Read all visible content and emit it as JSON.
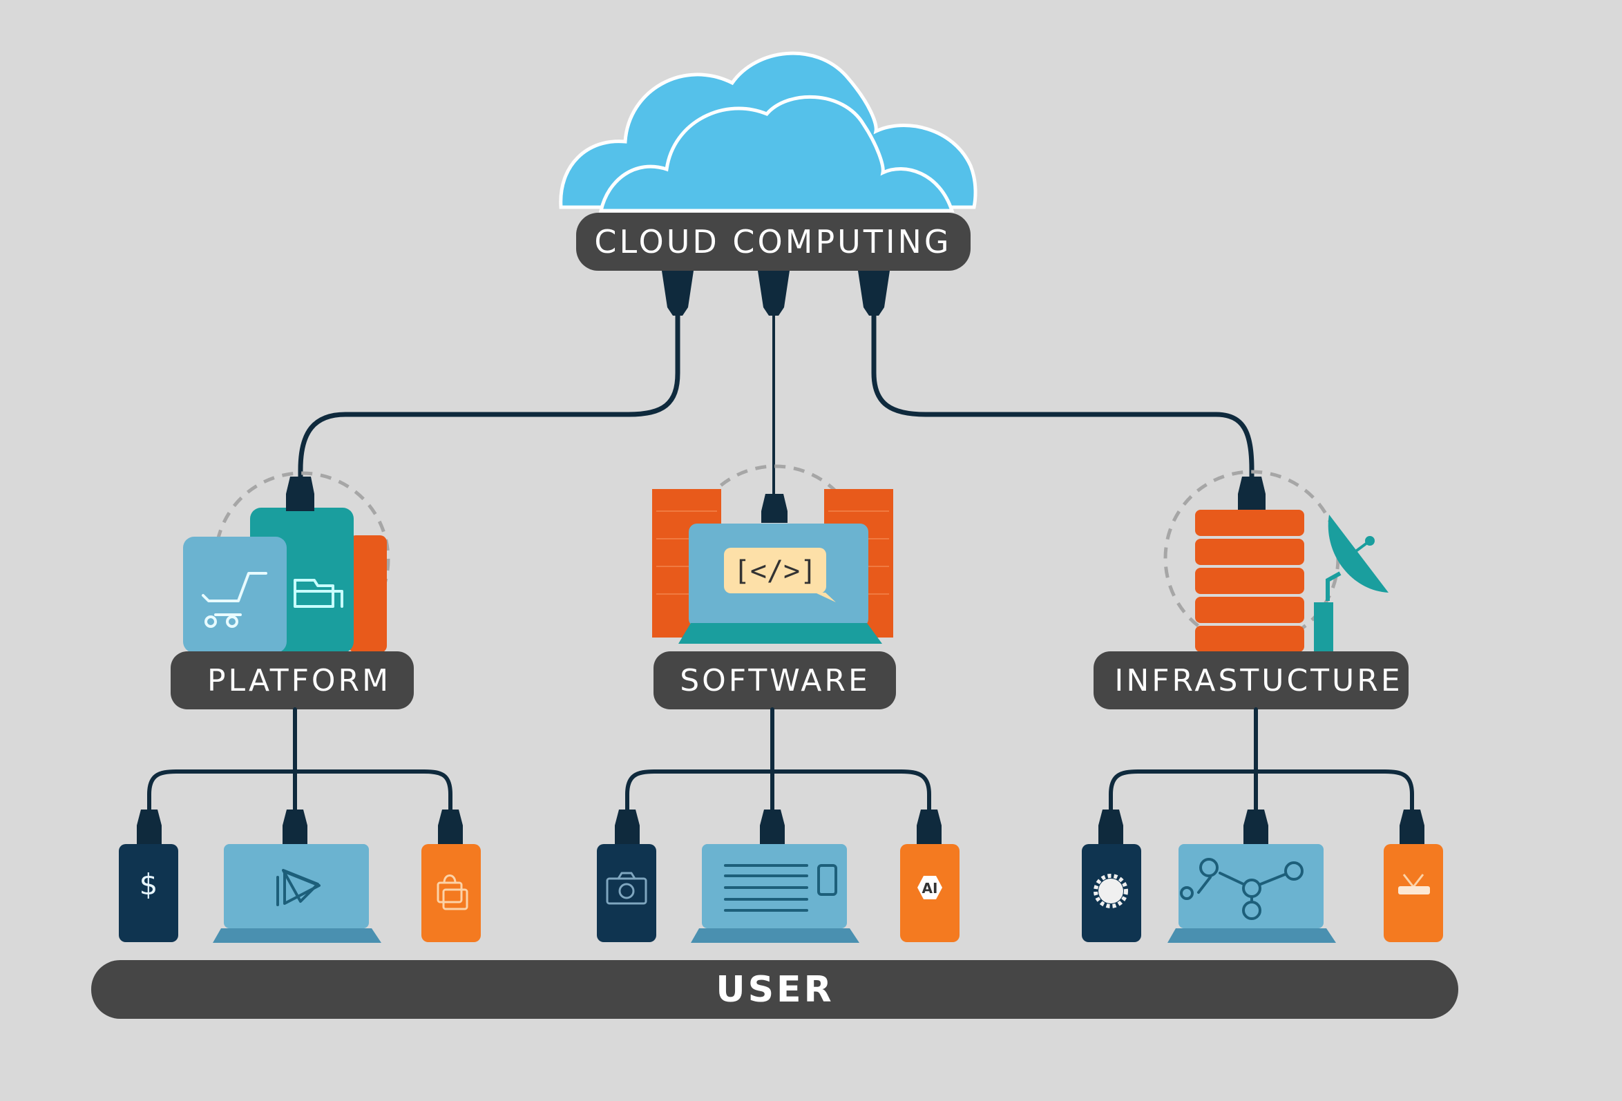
{
  "title": "Cloud Computing",
  "colors": {
    "background": "#d9d9d9",
    "cloud": "#55c1ea",
    "label_bg": "#464646",
    "label_text": "#ffffff",
    "cable": "#0f2a3d",
    "orange": "#e85a1b",
    "orange_device": "#f47a20",
    "light_blue": "#6bb3d0",
    "teal": "#1a9e9e",
    "navy_device": "#0f3450"
  },
  "cloud": {
    "label": "CLOUD COMPUTING",
    "icon": "cloud-icon"
  },
  "services": [
    {
      "id": "platform",
      "label": "PLATFORM",
      "illustration": [
        "shopping-cart-icon",
        "folder-icon",
        "app-cards"
      ],
      "devices": [
        {
          "type": "phone",
          "icon": "dollar-icon",
          "glyph": "$"
        },
        {
          "type": "laptop",
          "icon": "play-icon"
        },
        {
          "type": "phone",
          "icon": "shopping-bag-icon"
        }
      ]
    },
    {
      "id": "software",
      "label": "SOFTWARE",
      "illustration": [
        "code-icon",
        "laptop",
        "server-racks"
      ],
      "code_glyph": "[</>]",
      "devices": [
        {
          "type": "phone",
          "icon": "camera-icon"
        },
        {
          "type": "laptop",
          "icon": "document-icon"
        },
        {
          "type": "phone",
          "icon": "ai-icon",
          "glyph": "AI"
        }
      ]
    },
    {
      "id": "infrastructure",
      "label": "INFRASTUCTURE",
      "illustration": [
        "server-stack",
        "satellite-dish-icon"
      ],
      "devices": [
        {
          "type": "phone",
          "icon": "gear-icon"
        },
        {
          "type": "laptop",
          "icon": "network-graph-icon"
        },
        {
          "type": "phone",
          "icon": "router-icon"
        }
      ]
    }
  ],
  "user": {
    "label": "USER"
  }
}
